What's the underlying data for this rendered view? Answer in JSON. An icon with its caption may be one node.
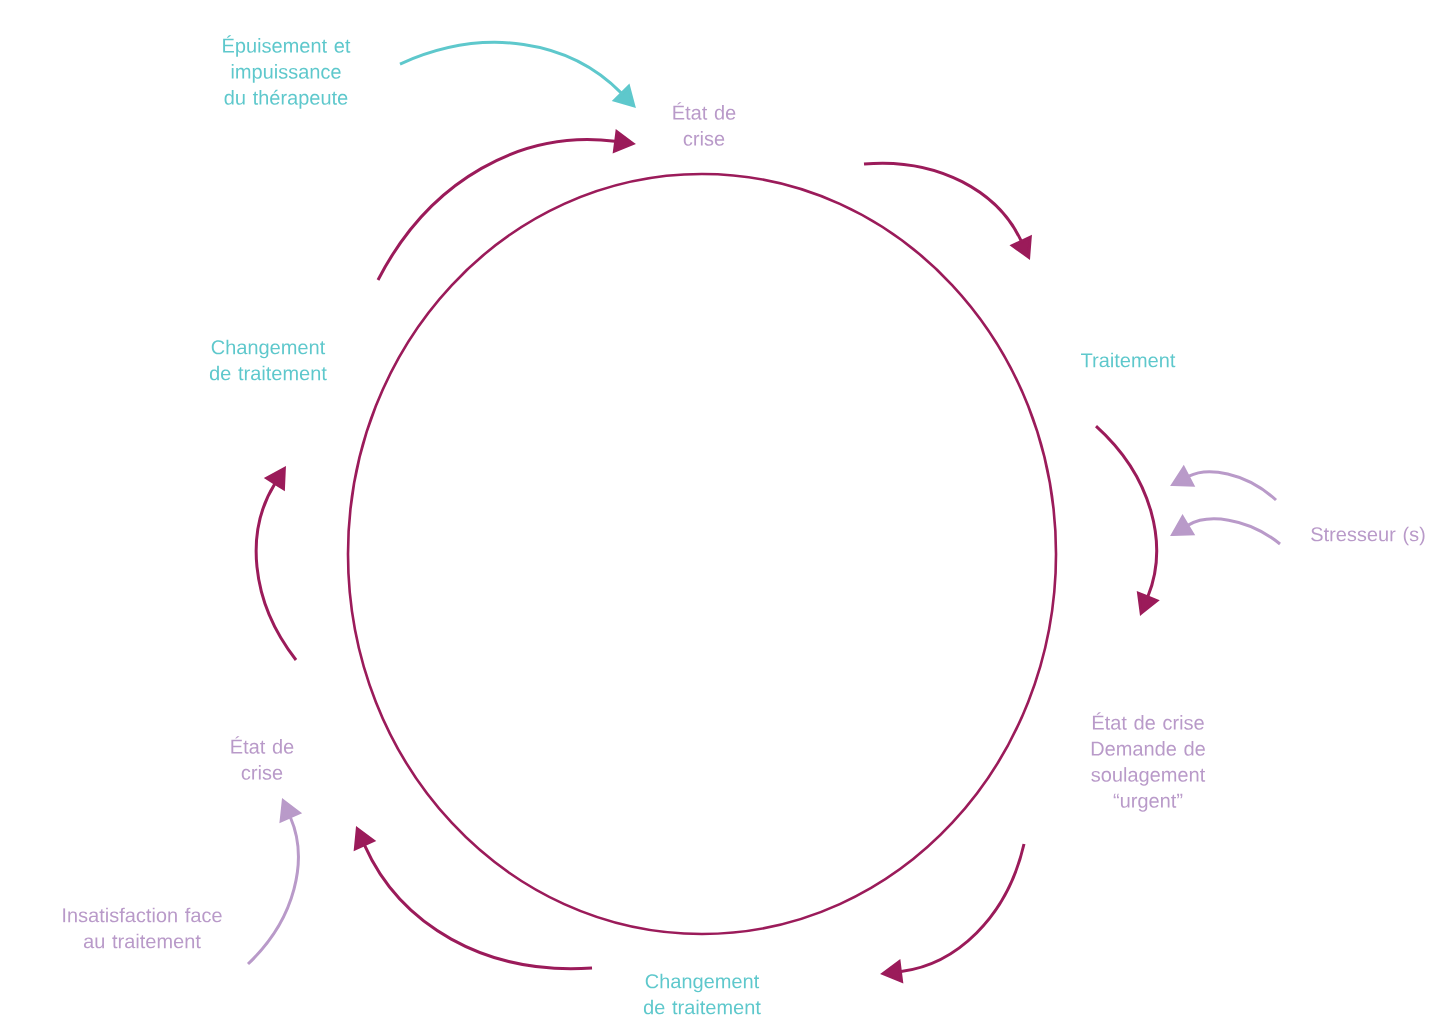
{
  "diagram": {
    "nodes": [
      {
        "text": [
          "État de crise"
        ]
      },
      {
        "text": [
          "Traitement"
        ]
      },
      {
        "text": [
          "État de crise",
          "Demande de soulagement “urgent”"
        ]
      },
      {
        "text": [
          "Changement de traitement"
        ]
      },
      {
        "text": [
          "État de crise"
        ]
      },
      {
        "text": [
          "Changement de traitement"
        ]
      },
      {
        "text": [
          "Épuisement et impuissance du thérapeute"
        ]
      },
      {
        "text": [
          "Stresseur (s)"
        ]
      },
      {
        "text": [
          "Insatisfaction face au traitement"
        ]
      }
    ],
    "edges": [
      {
        "from": 0,
        "to": 1,
        "arrow": "to"
      },
      {
        "from": 1,
        "to": 2,
        "arrow": "to"
      },
      {
        "from": 2,
        "to": 3,
        "arrow": "to"
      },
      {
        "from": 3,
        "to": 4,
        "arrow": "to"
      },
      {
        "from": 4,
        "to": 5,
        "arrow": "to"
      },
      {
        "from": 5,
        "to": 0,
        "arrow": "to"
      },
      {
        "from": 6,
        "to": 0,
        "arrow": "to",
        "color": "#5ec8cc"
      },
      {
        "from": 7,
        "to": null,
        "arrow": "to",
        "color": "#b99ac9"
      },
      {
        "from": 7,
        "to": null,
        "arrow": "to",
        "color": "#b99ac9"
      },
      {
        "from": 8,
        "to": 4,
        "arrow": "to",
        "color": "#b99ac9"
      }
    ]
  }
}
